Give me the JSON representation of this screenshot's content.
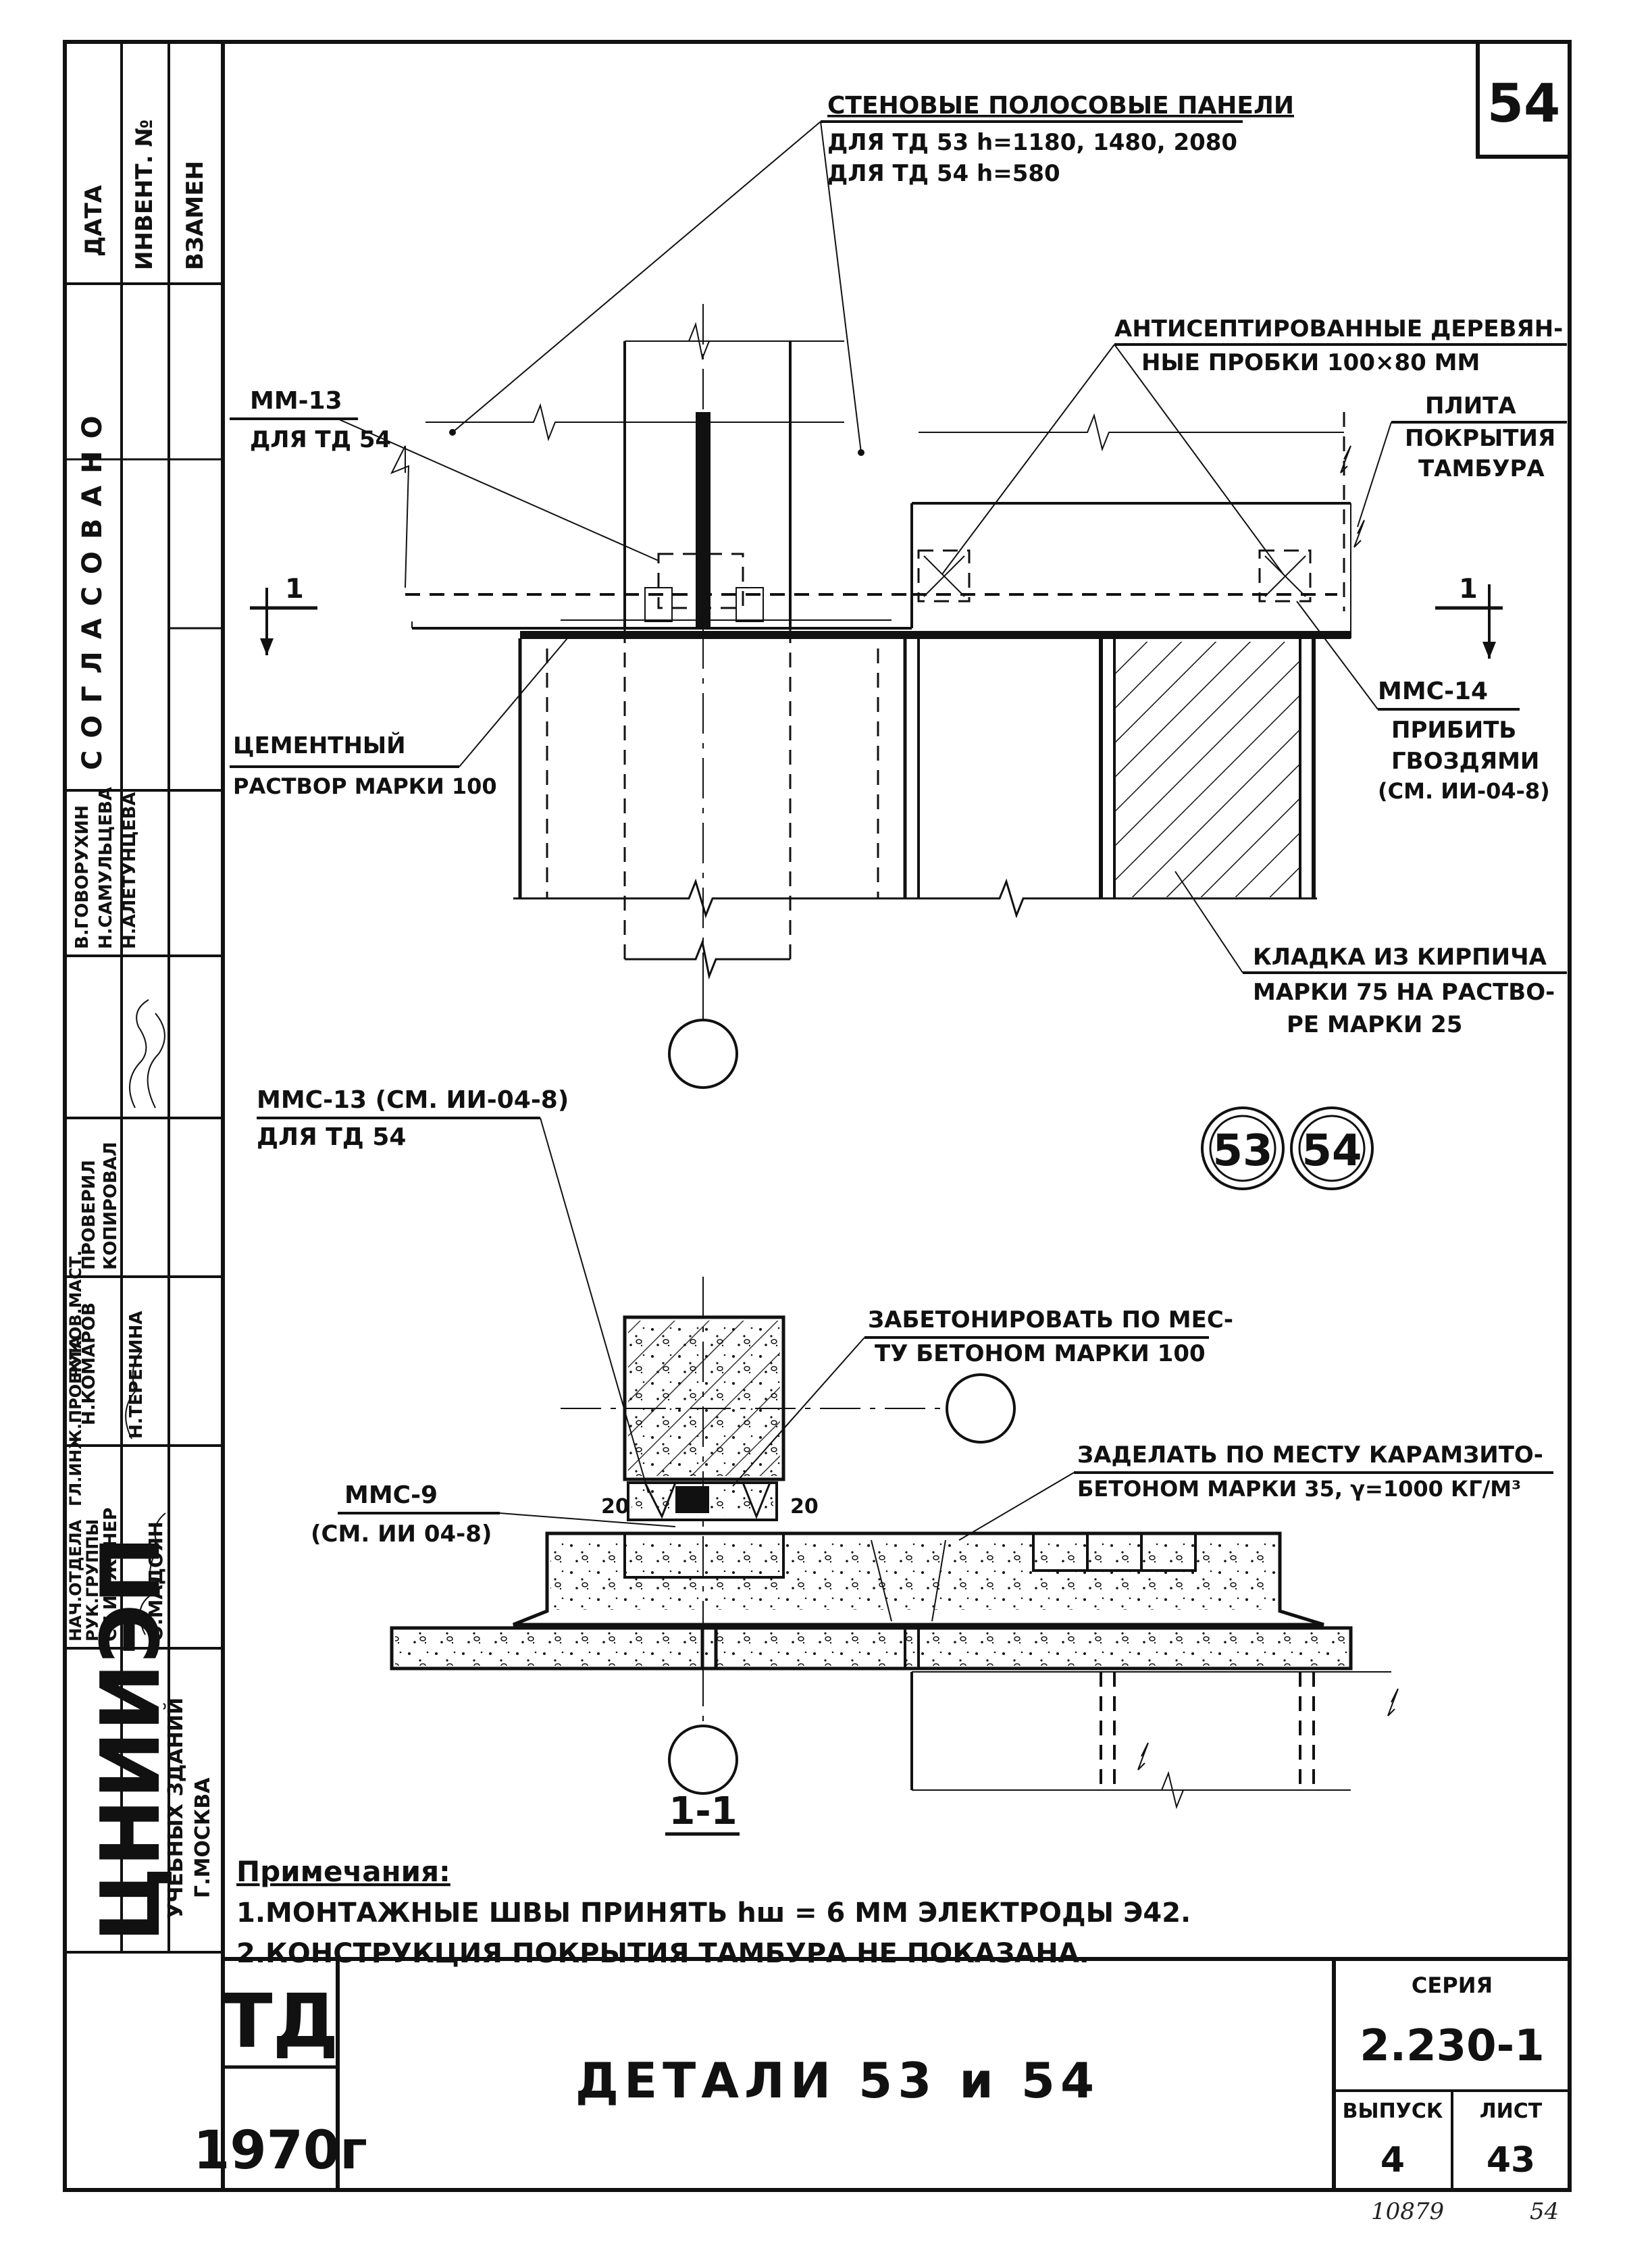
{
  "sheet_number": "54",
  "stamp_left": {
    "top_cells": [
      "ДАТА",
      "ИНВЕНТ. №",
      "ВЗАМЕН"
    ],
    "agreed": "С О Г Л А С О В А Н О",
    "roles": [
      "НАЧ.ОТДЕЛА",
      "ГЛ.ИНЖ.ПРОЕКТА",
      "РУК.ГРУППЫ",
      "СТ.ИНЖЕНЕР",
      "РУКОВ.МАСТ.",
      "ПРОВЕРИЛ",
      "КОПИРОВАЛ"
    ],
    "names": [
      "В.ГОВОРУХИН",
      "Н.САМУЛЬЦЕВА",
      "Н.АЛЕТУНЦЕВА",
      "Н.КОМАРОВ",
      "Н.ТЕРЕНИНА",
      "О.МАДОЯН"
    ],
    "org": "ЦНИИЭП",
    "org_sub": "УЧЕБНЫХ ЗДАНИЙ",
    "org_city": "Г.МОСКВА"
  },
  "labels": {
    "wall_panels_title": "СТЕНОВЫЕ ПОЛОСОВЫЕ ПАНЕЛИ",
    "wall_panels_l1": "ДЛЯ ТД 53   h=1180, 1480, 2080",
    "wall_panels_l2": "ДЛЯ ТД 54   h=580",
    "plugs_l1": "АНТИСЕПТИРОВАННЫЕ ДЕРЕВЯН-",
    "plugs_l2": "НЫЕ ПРОБКИ 100×80 ММ",
    "mm13_l1": "ММ-13",
    "mm13_l2": "ДЛЯ ТД 54",
    "slab_l1": "ПЛИТА",
    "slab_l2": "ПОКРЫТИЯ",
    "slab_l3": "ТАМБУРА",
    "mmc14": "ММС-14",
    "nail_l1": "ПРИБИТЬ",
    "nail_l2": "ГВОЗДЯМИ",
    "nail_l3": "(СМ. ИИ-04-8)",
    "mortar_l1": "ЦЕМЕНТНЫЙ",
    "mortar_l2": "РАСТВОР МАРКИ 100",
    "brick_l1": "КЛАДКА ИЗ КИРПИЧА",
    "brick_l2": "МАРКИ 75 НА РАСТВО-",
    "brick_l3": "РЕ МАРКИ 25",
    "section_mark": "1",
    "detail_53": "53",
    "detail_54": "54",
    "mmc13_l1": "ММС-13 (СМ. ИИ-04-8)",
    "mmc13_l2": "ДЛЯ ТД 54",
    "concrete_l1": "ЗАБЕТОНИРОВАТЬ ПО МЕС-",
    "concrete_l2": "ТУ БЕТОНОМ МАРКИ 100",
    "mmc9_l1": "ММС-9",
    "mmc9_l2": "(СМ. ИИ 04-8)",
    "keramzit_l1": "ЗАДЕЛАТЬ ПО МЕСТУ КАРАМЗИТО-",
    "keramzit_l2": "БЕТОНОМ МАРКИ 35,  γ=1000 КГ/М³",
    "dim_20a": "20",
    "dim_20b": "20",
    "section_title": "1-1"
  },
  "notes": {
    "title": "Примечания:",
    "n1": "1.МОНТАЖНЫЕ ШВЫ  ПРИНЯТЬ  hш = 6 ММ   ЭЛЕКТРОДЫ Э42.",
    "n2": "2.КОНСТРУКЦИЯ  ПОКРЫТИЯ  ТАМБУРА  НЕ  ПОКАЗАНА."
  },
  "title_block": {
    "code": "ТД",
    "year": "1970г",
    "title": "ДЕТАЛИ 53 и 54",
    "series_label": "СЕРИЯ",
    "series": "2.230-1",
    "issue_label": "ВЫПУСК",
    "issue": "4",
    "sheet_label": "ЛИСТ",
    "sheet": "43"
  },
  "footer": {
    "left_code": "10879",
    "right_code": "54"
  }
}
